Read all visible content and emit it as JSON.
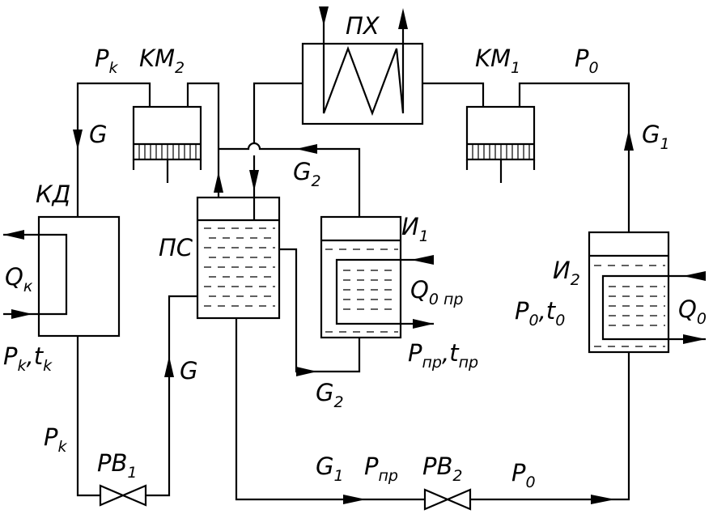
{
  "labels": {
    "px": "ПХ",
    "km2": "KM",
    "km2_sub": "2",
    "km1": "KM",
    "km1_sub": "1",
    "pk_top": "P",
    "pk_top_sub": "k",
    "p0_top": "P",
    "p0_top_sub": "0",
    "g_left": "G",
    "g1_right": "G",
    "g1_right_sub": "1",
    "g2_top": "G",
    "g2_top_sub": "2",
    "kd": "КД",
    "ps": "ПС",
    "i1": "И",
    "i1_sub": "1",
    "i2": "И",
    "i2_sub": "2",
    "qk": "Q",
    "qk_sub": "к",
    "q0pr": "Q",
    "q0pr_sub": "0 пр",
    "q0": "Q",
    "q0_sub": "0",
    "pktk_p": "P",
    "pktk_p_sub": "k",
    "pktk_sep": ",t",
    "pktk_t_sub": "k",
    "pprtpr_p": "P",
    "pprtpr_p_sub": "пр",
    "pprtpr_sep": ",t",
    "pprtpr_t_sub": "пр",
    "p0t0_p": "P",
    "p0t0_p_sub": "0",
    "p0t0_sep": ",t",
    "p0t0_t_sub": "0",
    "g_mid": "G",
    "g2_bottom": "G",
    "g2_bottom_sub": "2",
    "pk_bottom": "P",
    "pk_bottom_sub": "k",
    "rv1": "PB",
    "rv1_sub": "1",
    "g1_bottom": "G",
    "g1_bottom_sub": "1",
    "ppr_bottom": "P",
    "ppr_bottom_sub": "пр",
    "rv2": "PB",
    "rv2_sub": "2",
    "p0_bottom": "P",
    "p0_bottom_sub": "0"
  }
}
